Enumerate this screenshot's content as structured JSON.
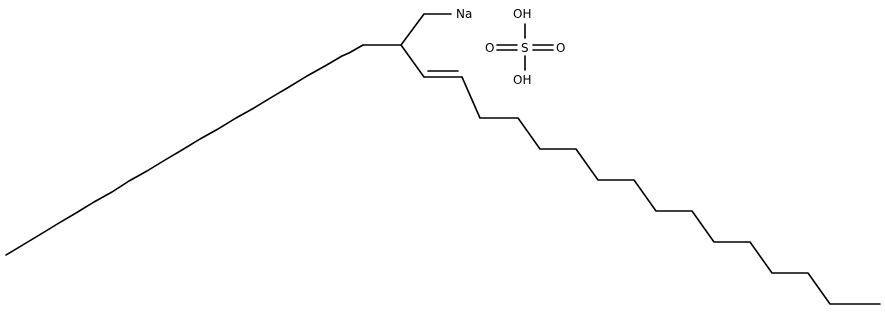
{
  "structure": {
    "atoms": {
      "sodium": "Na",
      "sulfur": "S",
      "hydroxyl_top": "OH",
      "hydroxyl_bottom": "OH",
      "oxo_left": "O",
      "oxo_right": "O"
    },
    "colors": {
      "bond": "#000000",
      "label": "#000000",
      "background": "#ffffff"
    }
  }
}
